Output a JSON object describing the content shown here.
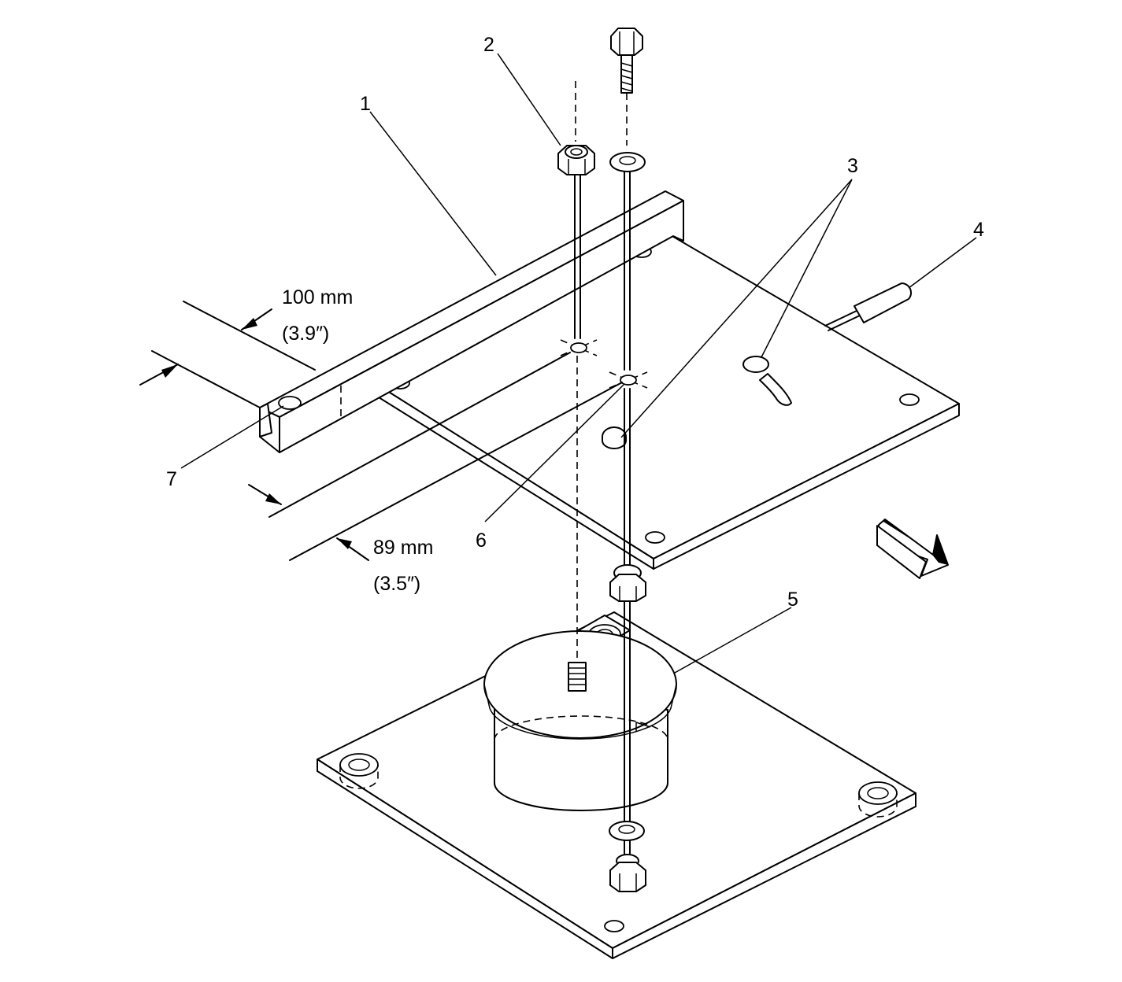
{
  "callouts": [
    {
      "id": "1",
      "text": "1"
    },
    {
      "id": "2",
      "text": "2"
    },
    {
      "id": "3",
      "text": "3"
    },
    {
      "id": "4",
      "text": "4"
    },
    {
      "id": "5",
      "text": "5"
    },
    {
      "id": "6",
      "text": "6"
    },
    {
      "id": "7",
      "text": "7"
    }
  ],
  "dimensions": {
    "upper": {
      "metric": "100 mm",
      "imperial": "(3.9″)"
    },
    "lower": {
      "metric": "89 mm",
      "imperial": "(3.5″)"
    }
  },
  "icons": [
    "hex-bolt-icon",
    "hex-nut-icon",
    "washer-icon",
    "front-direction-arrow-icon"
  ]
}
